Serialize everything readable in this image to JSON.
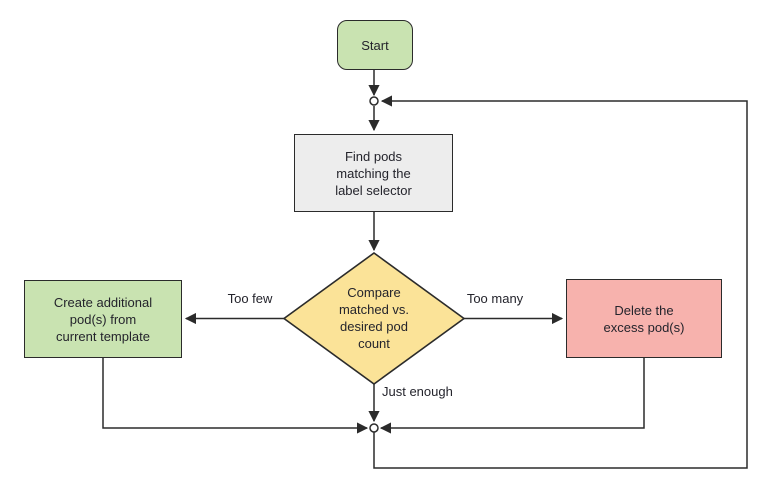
{
  "diagram": {
    "type": "flowchart",
    "background": "#ffffff",
    "line_color": "#2b2b2b",
    "text_color": "#24242c",
    "nodes": {
      "start": {
        "label": "Start",
        "shape": "rounded-rect",
        "fill": "#c9e3b1"
      },
      "find_pods": {
        "label": "Find pods\nmatching the\nlabel selector",
        "shape": "rect",
        "fill": "#ededed"
      },
      "compare": {
        "label": "Compare\nmatched vs.\ndesired pod\ncount",
        "shape": "diamond",
        "fill": "#fbe398"
      },
      "create_pods": {
        "label": "Create additional\npod(s) from\ncurrent template",
        "shape": "rect",
        "fill": "#c9e3b1"
      },
      "delete_pods": {
        "label": "Delete the\nexcess pod(s)",
        "shape": "rect",
        "fill": "#f7b2ad"
      }
    },
    "edge_labels": {
      "too_few": "Too few",
      "too_many": "Too many",
      "just_enough": "Just enough"
    }
  }
}
